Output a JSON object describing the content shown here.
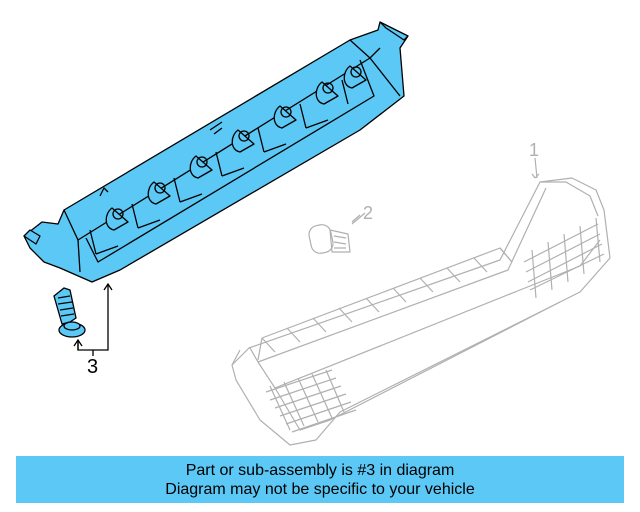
{
  "colors": {
    "highlight": "#5bc8f5",
    "outline": "#000000",
    "faded": "#b0b0b0",
    "banner_bg": "#5bc8f5"
  },
  "diagram": {
    "callouts": [
      {
        "id": "1",
        "part": "high-mount stop lamp assembly",
        "highlighted": false
      },
      {
        "id": "2",
        "part": "bulb",
        "highlighted": false
      },
      {
        "id": "3",
        "part": "lamp housing and screw",
        "highlighted": true
      }
    ]
  },
  "banner": {
    "line1": "Part or sub-assembly is #3 in diagram",
    "line2": "Diagram may not be specific to your vehicle"
  }
}
